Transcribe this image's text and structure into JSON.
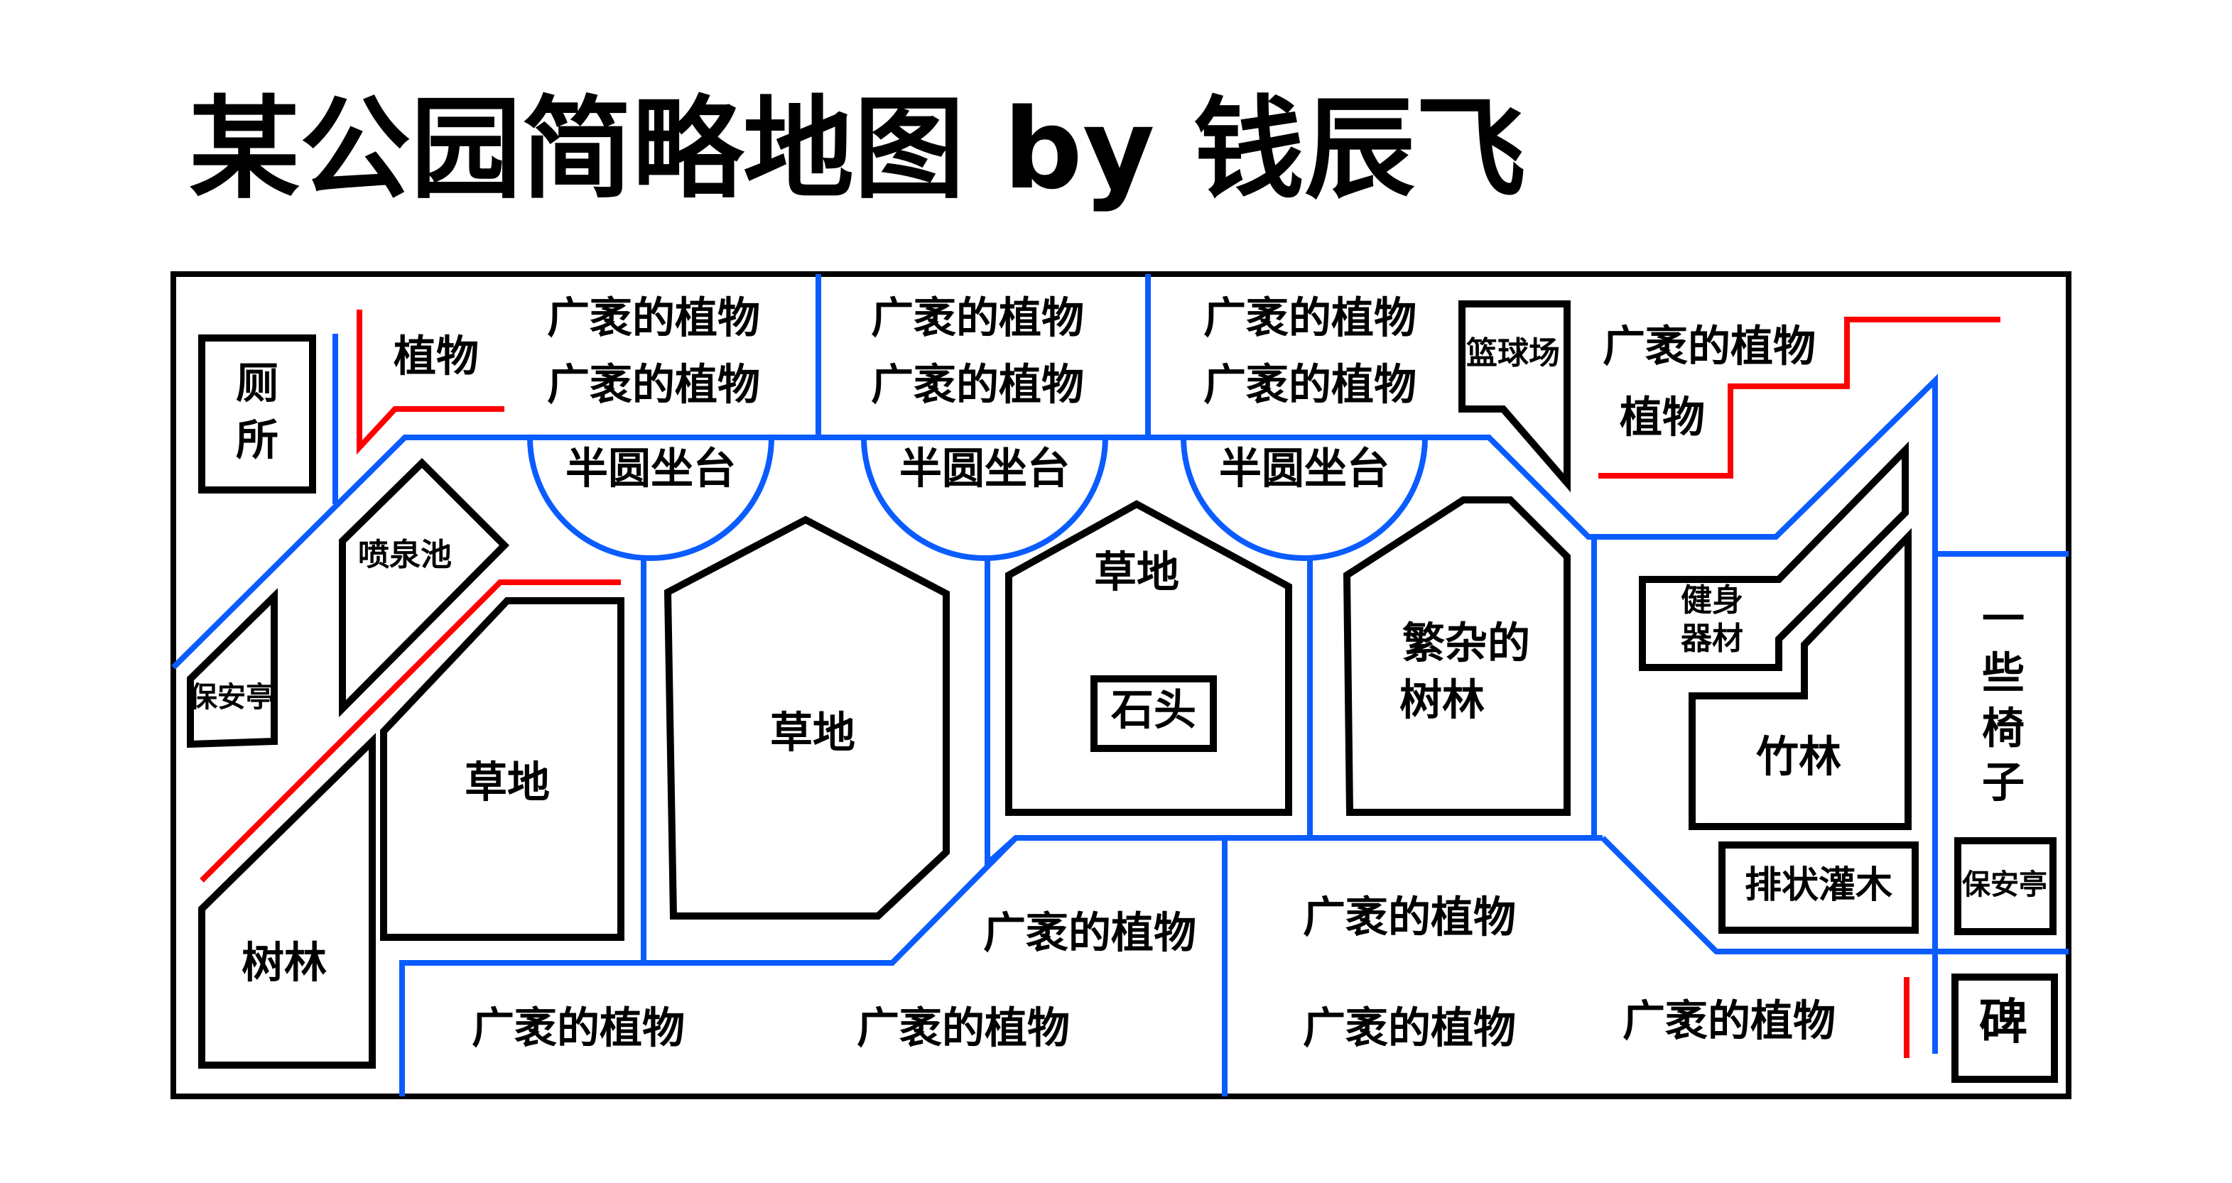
{
  "title": "某公园简略地图 by 钱辰飞",
  "colors": {
    "path": "#0a5cff",
    "wall": "#ff0000",
    "area": "#000000"
  },
  "labels": {
    "plants_small_1": "植物",
    "plants_small_2": "植物",
    "vast_plants": [
      "广袤的植物",
      "广袤的植物",
      "广袤的植物",
      "广袤的植物",
      "广袤的植物",
      "广袤的植物",
      "广袤的植物",
      "广袤的植物",
      "广袤的植物",
      "广袤的植物",
      "广袤的植物",
      "广袤的植物",
      "广袤的植物"
    ],
    "half_circle_seats": [
      "半圆坐台",
      "半圆坐台",
      "半圆坐台"
    ],
    "toilet": [
      "厕",
      "所"
    ],
    "fountain": "喷泉池",
    "security_left": "保安亭",
    "security_right": "保安亭",
    "woods": "树林",
    "lawn": [
      "草地",
      "草地",
      "草地"
    ],
    "stone": "石头",
    "dense_woods": [
      "繁杂的",
      "树林"
    ],
    "basketball": "篮球场",
    "fitness": [
      "健身",
      "器材"
    ],
    "bamboo": "竹林",
    "chairs": [
      "一",
      "些",
      "椅",
      "子"
    ],
    "shrubs": "排状灌木",
    "monument": "碑"
  }
}
